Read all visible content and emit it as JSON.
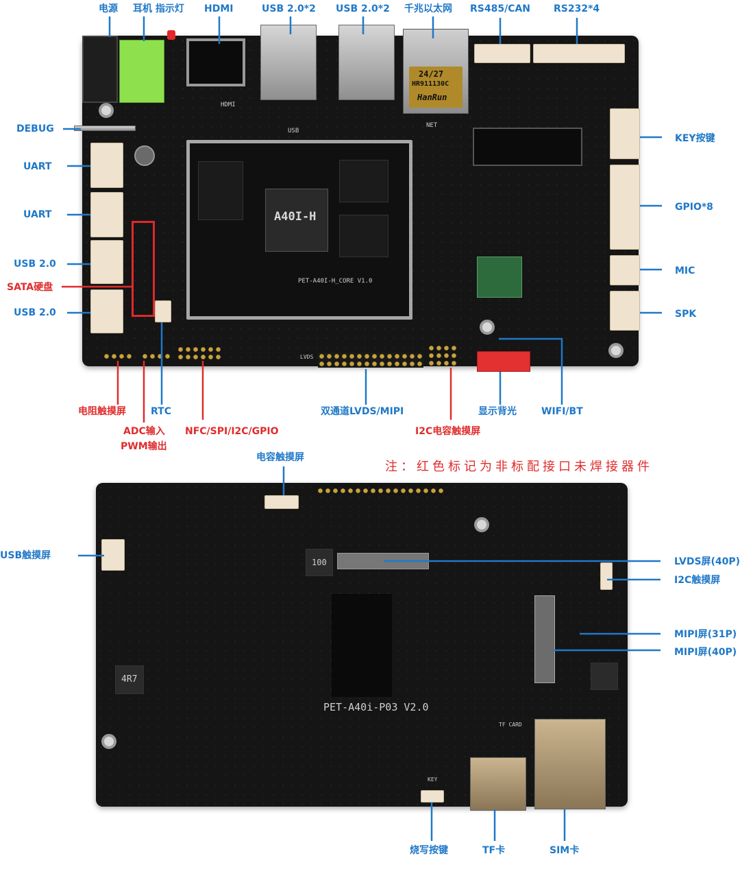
{
  "colors": {
    "label_blue": "#1f78c8",
    "label_red": "#e02c2c",
    "pcb_black": "#151515"
  },
  "top_labels": {
    "power": "电源",
    "earphone_indicator": "耳机 指示灯",
    "hdmi": "HDMI",
    "usb_a": "USB 2.0*2",
    "usb_b": "USB 2.0*2",
    "ethernet": "千兆以太网",
    "rs485_can": "RS485/CAN",
    "rs232": "RS232*4",
    "debug": "DEBUG",
    "uart_1": "UART",
    "uart_2": "UART",
    "usb2_1": "USB 2.0",
    "sata": "SATA硬盘",
    "usb2_2": "USB 2.0",
    "key": "KEY按键",
    "gpio": "GPIO*8",
    "mic": "MIC",
    "spk": "SPK",
    "resistive_touch": "电阻触摸屏",
    "rtc": "RTC",
    "adc_in": "ADC输入",
    "pwm_out": "PWM输出",
    "nfc_spi": "NFC/SPI/I2C/GPIO",
    "lvds_mipi": "双通道LVDS/MIPI",
    "i2c_cap_touch": "I2C电容触摸屏",
    "backlight": "显示背光",
    "wifi_bt": "WIFI/BT"
  },
  "note": "注：红色标记为非标配接口未焊接器件",
  "bottom_labels": {
    "cap_touch": "电容触摸屏",
    "usb_touch": "USB触摸屏",
    "lvds_40p": "LVDS屏(40P)",
    "i2c_touch": "I2C触摸屏",
    "mipi_31p": "MIPI屏(31P)",
    "mipi_40p": "MIPI屏(40P)",
    "burn_key": "烧写按键",
    "tf_card": "TF卡",
    "sim_card": "SIM卡"
  },
  "silkscreen": {
    "core_model": "A40I-H",
    "core_label": "PET-A40I-H_CORE V1.0",
    "carrier_label": "PET-A40i-P03 V2.0",
    "rj45_brand": "HanRun",
    "rj45_part": "HR911130C",
    "rj45_date": "24/27",
    "lvds_silk": "LVDS",
    "tf_silk": "TF CARD",
    "key_silk": "KEY",
    "inductor": "4R7",
    "inductor2": "100",
    "usb_silk": "USB",
    "net_silk": "NET",
    "hdmi_silk": "HDMI"
  }
}
